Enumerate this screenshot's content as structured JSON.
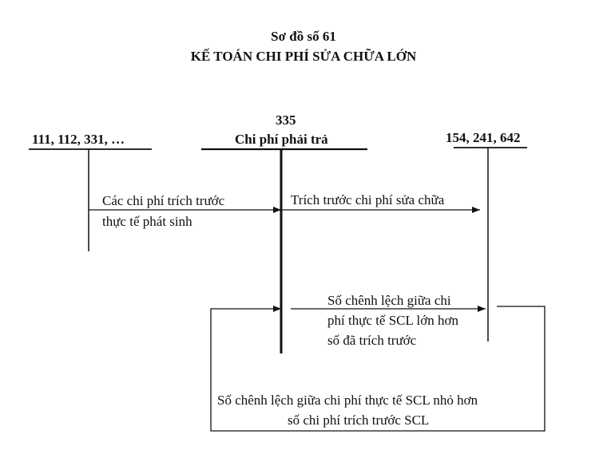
{
  "diagram": {
    "number": "Sơ đồ số 61",
    "title": "KẾ TOÁN CHI PHÍ SỬA CHỮA LỚN",
    "accounts": {
      "left": "111, 112, 331, …",
      "center_number": "335",
      "center_name": "Chi phí phải trả",
      "right": "154, 241, 642"
    },
    "flows": {
      "actual_costs_line1": "Các chi phí trích trước",
      "actual_costs_line2": "thực tế phát sinh",
      "accrue_repair": "Trích trước chi phí sửa chữa",
      "diff_greater_line1": "Số chênh lệch giữa chi",
      "diff_greater_line2": "phí thực tế SCL lớn hơn",
      "diff_greater_line3": "số đã trích trước",
      "diff_smaller_line1": "Số chênh lệch giữa chi phí thực tế SCL nhỏ hơn",
      "diff_smaller_line2": "số chi phí trích trước SCL"
    }
  }
}
